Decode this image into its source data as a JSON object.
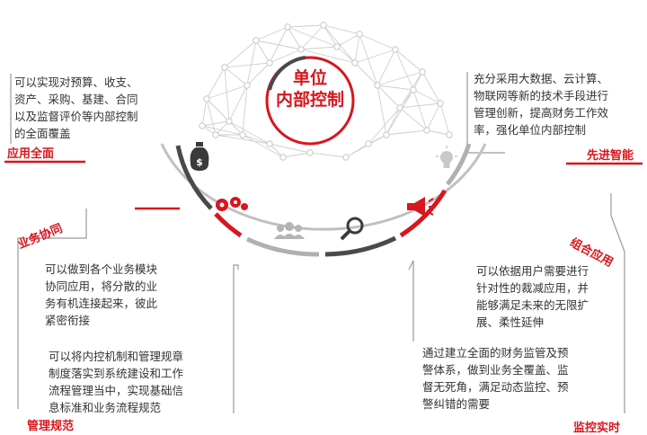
{
  "title": "单位\n内部控制",
  "title_lines": [
    "单位",
    "内部控制"
  ],
  "colors": {
    "accent": "#d7161d",
    "network": "#c8c8c8",
    "arc_gray": "#b5b5b5",
    "text": "#333333"
  },
  "icons": [
    "money-bag-icon",
    "gears-icon",
    "users-icon",
    "magnifier-icon",
    "megaphone-icon",
    "lightbulb-icon"
  ],
  "sections": {
    "top_left": {
      "label": "应用全面",
      "text": "可以实现对预算、收支、资产、采购、基建、合同以及监督评价等内部控制的全面覆盖",
      "lines": [
        "可以实现对预算、收支、",
        "资产、采购、基建、合同",
        "以及监督评价等内部控制",
        "的全面覆盖"
      ]
    },
    "top_right": {
      "label": "先进智能",
      "text": "充分采用大数据、云计算、物联网等新的技术手段进行管理创新，提高财务工作效率，强化单位内部控制",
      "lines": [
        "充分采用大数据、云计算、",
        "物联网等新的技术手段进行",
        "管理创新，提高财务工作效",
        "率，强化单位内部控制"
      ]
    },
    "mid_left": {
      "label": "业务协同",
      "text": "可以做到各个业务模块协同应用，将分散的业务有机连接起来，彼此紧密衔接",
      "lines": [
        "可以做到各个业务模块",
        "协同应用，将分散的业",
        "务有机连接起来，彼此",
        "紧密衔接"
      ]
    },
    "mid_right": {
      "label": "组合应用",
      "text": "可以依据用户需要进行针对性的裁减应用，并能够满足未来的无限扩展、柔性延伸",
      "lines": [
        "可以依据用户需要进行",
        "针对性的裁减应用，并",
        "能够满足未来的无限扩",
        "展、柔性延伸"
      ]
    },
    "bottom_left": {
      "label": "管理规范",
      "text": "可以将内控机制和管理规章制度落实到系统建设和工作流程管理当中，实现基础信息标准和业务流程规范",
      "lines": [
        "可以将内控机制和管理规章",
        "制度落实到系统建设和工作",
        "流程管理当中，实现基础信",
        "息标准和业务流程规范"
      ]
    },
    "bottom_right": {
      "label": "监控实时",
      "text": "通过建立全面的财务监管及预警体系，做到业务全覆盖、监督无死角，满足动态监控、预警纠错的需要",
      "lines": [
        "通过建立全面的财务监管及预",
        "警体系，做到业务全覆盖、监",
        "督无死角，满足动态监控、预",
        "警纠错的需要"
      ]
    }
  }
}
